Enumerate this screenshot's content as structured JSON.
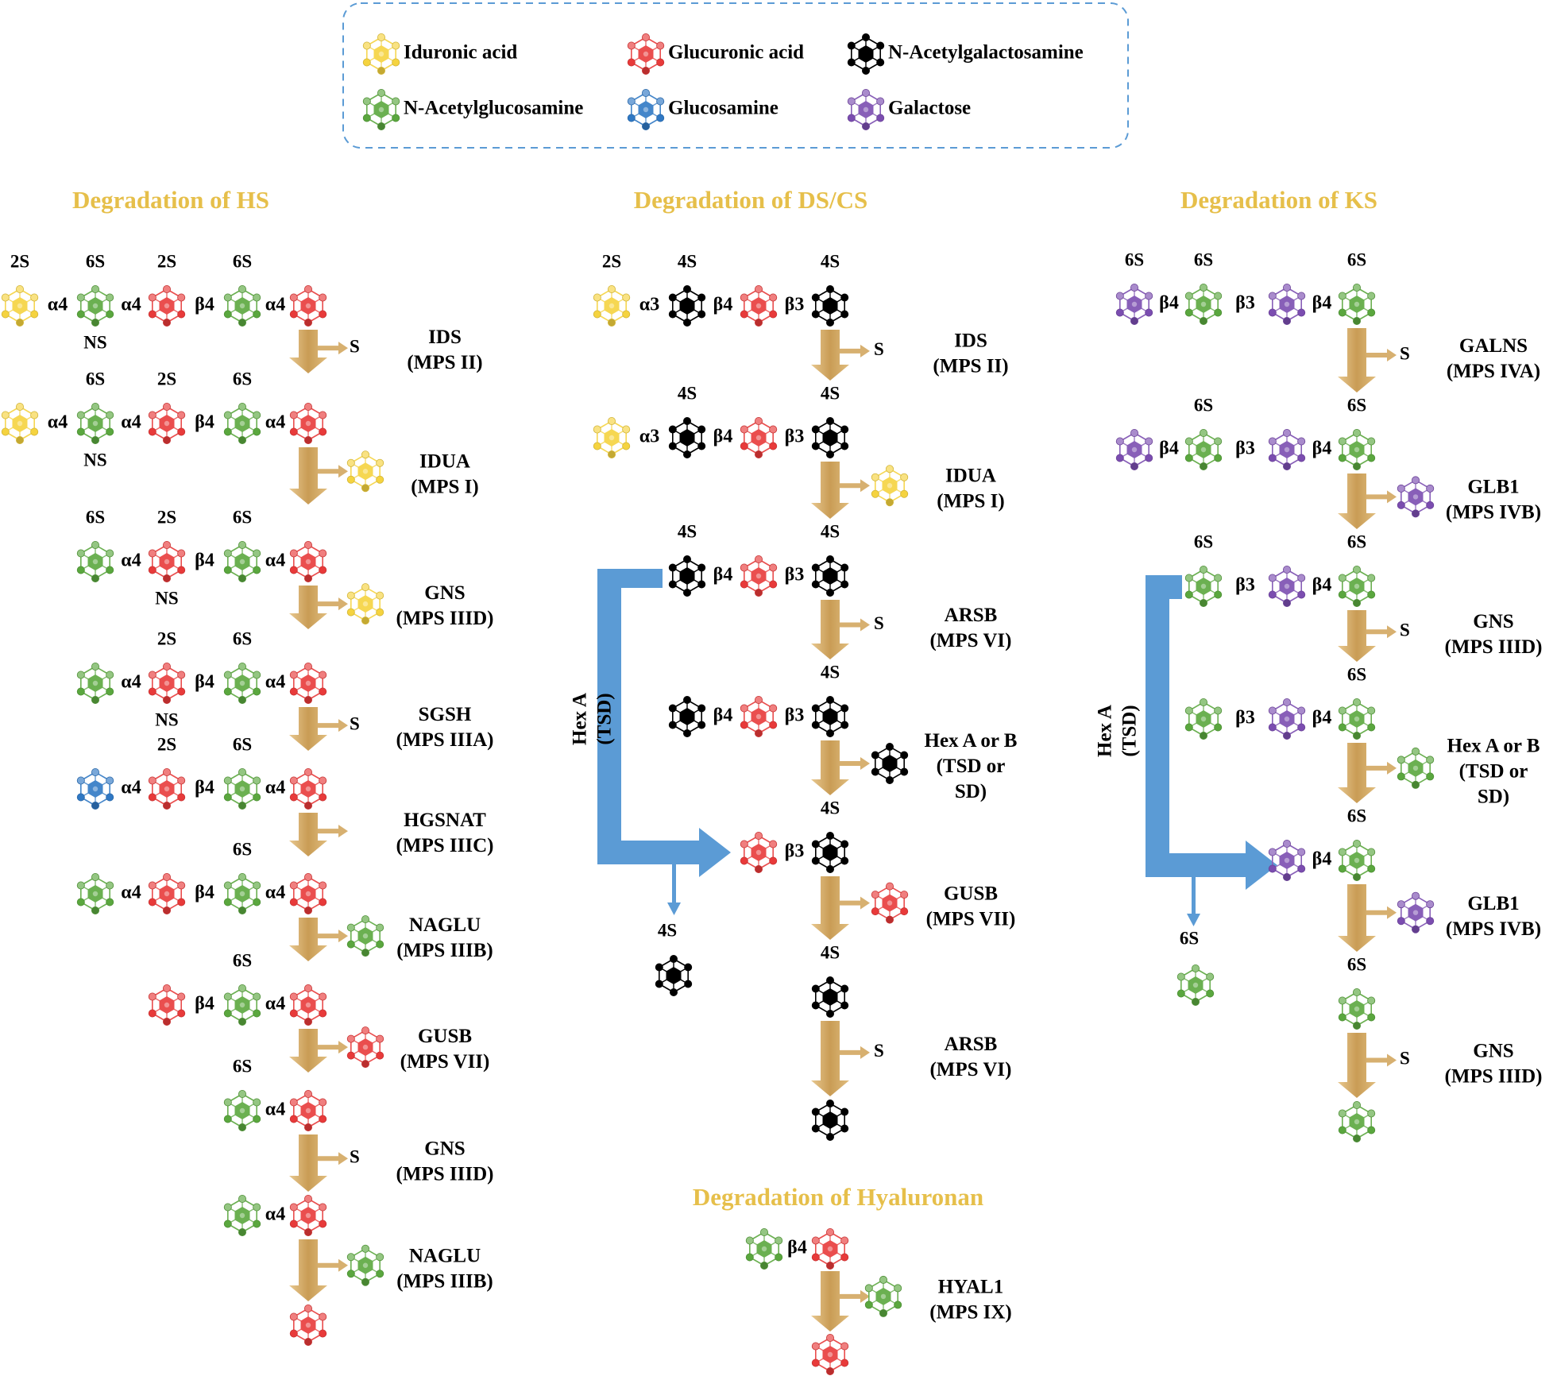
{
  "colors": {
    "iduronic": "#f5d33f",
    "glucuronic": "#e83a3a",
    "galnac": "#111111",
    "glcnac": "#5aa73e",
    "glucosamine": "#2f78c4",
    "galactose": "#7b4db0",
    "enzyme_arrow": "#d7b070",
    "hexa_arrow": "#5b9bd5",
    "title": "#e6bf4a",
    "legend_border": "#5b9bd5"
  },
  "legend": [
    {
      "sugar": "iduronic",
      "icon": "iduronic-acid-icon",
      "label": "Iduronic acid"
    },
    {
      "sugar": "glucuronic",
      "icon": "glucuronic-acid-icon",
      "label": "Glucuronic acid"
    },
    {
      "sugar": "galnac",
      "icon": "n-acetylgalactosamine-icon",
      "label": "N-Acetylgalactosamine"
    },
    {
      "sugar": "glcnac",
      "icon": "n-acetylglucosamine-icon",
      "label": "N-Acetylglucosamine"
    },
    {
      "sugar": "glucosamine",
      "icon": "glucosamine-icon",
      "label": "Glucosamine"
    },
    {
      "sugar": "galactose",
      "icon": "galactose-icon",
      "label": "Galactose"
    }
  ],
  "sections": {
    "hs": {
      "title": "Degradation of HS",
      "rows": [
        {
          "sugars": [
            "iduronic",
            "glcnac",
            "glucuronic",
            "glcnac",
            "glucuronic"
          ],
          "bonds": [
            "α4",
            "α4",
            "β4",
            "α4"
          ],
          "mods": [
            "2S",
            "6S",
            "2S",
            "6S",
            ""
          ],
          "sub": "NS"
        },
        {
          "sugars": [
            "iduronic",
            "glcnac",
            "glucuronic",
            "glcnac",
            "glucuronic"
          ],
          "bonds": [
            "α4",
            "α4",
            "β4",
            "α4"
          ],
          "mods": [
            "",
            "6S",
            "2S",
            "6S",
            ""
          ],
          "sub": "NS"
        },
        {
          "sugars": [
            "glcnac",
            "glucuronic",
            "glcnac",
            "glucuronic"
          ],
          "bonds": [
            "α4",
            "β4",
            "α4"
          ],
          "mods": [
            "6S",
            "2S",
            "6S",
            ""
          ],
          "sub": "NS"
        },
        {
          "sugars": [
            "glcnac",
            "glucuronic",
            "glcnac",
            "glucuronic"
          ],
          "bonds": [
            "α4",
            "β4",
            "α4"
          ],
          "mods": [
            "",
            "2S",
            "6S",
            ""
          ],
          "sub": "NS"
        },
        {
          "sugars": [
            "glucosamine",
            "glucuronic",
            "glcnac",
            "glucuronic"
          ],
          "bonds": [
            "α4",
            "β4",
            "α4"
          ],
          "mods": [
            "",
            "2S",
            "6S",
            ""
          ]
        },
        {
          "sugars": [
            "glcnac",
            "glucuronic",
            "glcnac",
            "glucuronic"
          ],
          "bonds": [
            "α4",
            "β4",
            "α4"
          ],
          "mods": [
            "",
            "",
            "6S",
            ""
          ]
        },
        {
          "sugars": [
            "glucuronic",
            "glcnac",
            "glucuronic"
          ],
          "bonds": [
            "β4",
            "α4"
          ],
          "mods": [
            "",
            "6S",
            ""
          ]
        },
        {
          "sugars": [
            "glcnac",
            "glucuronic"
          ],
          "bonds": [
            "α4"
          ],
          "mods": [
            "6S",
            ""
          ]
        },
        {
          "sugars": [
            "glcnac",
            "glucuronic"
          ],
          "bonds": [
            "α4"
          ],
          "mods": [
            "",
            ""
          ]
        },
        {
          "sugars": [
            "glucuronic"
          ],
          "bonds": [],
          "mods": [
            ""
          ]
        }
      ],
      "steps": [
        {
          "product": "S",
          "enzyme": "IDS",
          "disease": "(MPS II)"
        },
        {
          "product": "iduronic",
          "enzyme": "IDUA",
          "disease": "(MPS I)"
        },
        {
          "product": "iduronic",
          "enzyme": "GNS",
          "disease": "(MPS IIID)"
        },
        {
          "product": "S",
          "enzyme": "SGSH",
          "disease": "(MPS IIIA)"
        },
        {
          "product": "",
          "enzyme": "HGSNAT",
          "disease": "(MPS IIIC)"
        },
        {
          "product": "glcnac",
          "enzyme": "NAGLU",
          "disease": "(MPS IIIB)"
        },
        {
          "product": "glucuronic",
          "enzyme": "GUSB",
          "disease": "(MPS VII)"
        },
        {
          "product": "S",
          "enzyme": "GNS",
          "disease": "(MPS IIID)"
        },
        {
          "product": "glcnac",
          "enzyme": "NAGLU",
          "disease": "(MPS IIIB)"
        }
      ]
    },
    "ds": {
      "title": "Degradation of DS/CS",
      "rows": [
        {
          "sugars": [
            "iduronic",
            "galnac",
            "glucuronic",
            "galnac"
          ],
          "bonds": [
            "α3",
            "β4",
            "β3"
          ],
          "mods": [
            "2S",
            "4S",
            "",
            "4S"
          ]
        },
        {
          "sugars": [
            "iduronic",
            "galnac",
            "glucuronic",
            "galnac"
          ],
          "bonds": [
            "α3",
            "β4",
            "β3"
          ],
          "mods": [
            "",
            "4S",
            "",
            "4S"
          ]
        },
        {
          "sugars": [
            "galnac",
            "glucuronic",
            "galnac"
          ],
          "bonds": [
            "β4",
            "β3"
          ],
          "mods": [
            "4S",
            "",
            "4S"
          ]
        },
        {
          "sugars": [
            "galnac",
            "glucuronic",
            "galnac"
          ],
          "bonds": [
            "β4",
            "β3"
          ],
          "mods": [
            "",
            "",
            "4S"
          ]
        },
        {
          "sugars": [
            "glucuronic",
            "galnac"
          ],
          "bonds": [
            "β3"
          ],
          "mods": [
            "",
            "4S"
          ]
        },
        {
          "sugars": [
            "galnac"
          ],
          "bonds": [],
          "mods": [
            "4S"
          ]
        },
        {
          "sugars": [
            "galnac"
          ],
          "bonds": [],
          "mods": [
            ""
          ]
        }
      ],
      "steps": [
        {
          "product": "S",
          "enzyme": "IDS",
          "disease": "(MPS II)"
        },
        {
          "product": "iduronic",
          "enzyme": "IDUA",
          "disease": "(MPS I)"
        },
        {
          "product": "S",
          "enzyme": "ARSB",
          "disease": "(MPS VI)"
        },
        {
          "product": "galnac",
          "enzyme": "Hex A or B",
          "disease": "(TSD or",
          "disease2": "SD)"
        },
        {
          "product": "glucuronic",
          "enzyme": "GUSB",
          "disease": "(MPS VII)"
        },
        {
          "product": "S",
          "enzyme": "ARSB",
          "disease": "(MPS VI)"
        }
      ],
      "bypass": {
        "label": "Hex A",
        "label2": "(TSD)",
        "product_mod": "4S",
        "product": "galnac"
      }
    },
    "ks": {
      "title": "Degradation of KS",
      "rows": [
        {
          "sugars": [
            "galactose",
            "glcnac",
            "galactose",
            "glcnac"
          ],
          "bonds": [
            "β4",
            "β3",
            "β4"
          ],
          "mods": [
            "6S",
            "6S",
            "",
            "6S"
          ]
        },
        {
          "sugars": [
            "galactose",
            "glcnac",
            "galactose",
            "glcnac"
          ],
          "bonds": [
            "β4",
            "β3",
            "β4"
          ],
          "mods": [
            "",
            "6S",
            "",
            "6S"
          ]
        },
        {
          "sugars": [
            "glcnac",
            "galactose",
            "glcnac"
          ],
          "bonds": [
            "β3",
            "β4"
          ],
          "mods": [
            "6S",
            "",
            "6S"
          ]
        },
        {
          "sugars": [
            "glcnac",
            "galactose",
            "glcnac"
          ],
          "bonds": [
            "β3",
            "β4"
          ],
          "mods": [
            "",
            "",
            "6S"
          ]
        },
        {
          "sugars": [
            "galactose",
            "glcnac"
          ],
          "bonds": [
            "β4"
          ],
          "mods": [
            "",
            "6S"
          ]
        },
        {
          "sugars": [
            "glcnac"
          ],
          "bonds": [],
          "mods": [
            "6S"
          ]
        },
        {
          "sugars": [
            "glcnac"
          ],
          "bonds": [],
          "mods": [
            ""
          ]
        }
      ],
      "steps": [
        {
          "product": "S",
          "enzyme": "GALNS",
          "disease": "(MPS IVA)"
        },
        {
          "product": "galactose",
          "enzyme": "GLB1",
          "disease": "(MPS IVB)"
        },
        {
          "product": "S",
          "enzyme": "GNS",
          "disease": "(MPS IIID)"
        },
        {
          "product": "glcnac",
          "enzyme": "Hex A or B",
          "disease": "(TSD or",
          "disease2": "SD)"
        },
        {
          "product": "galactose",
          "enzyme": "GLB1",
          "disease": "(MPS IVB)"
        },
        {
          "product": "S",
          "enzyme": "GNS",
          "disease": "(MPS IIID)"
        }
      ],
      "bypass": {
        "label": "Hex A",
        "label2": "(TSD)",
        "product_mod": "6S",
        "product": "glcnac"
      }
    },
    "ha": {
      "title": "Degradation of Hyaluronan",
      "rows": [
        {
          "sugars": [
            "glcnac",
            "glucuronic"
          ],
          "bonds": [
            "β4"
          ],
          "mods": [
            "",
            ""
          ]
        },
        {
          "sugars": [
            "glucuronic"
          ],
          "bonds": [],
          "mods": [
            ""
          ]
        }
      ],
      "steps": [
        {
          "product": "glcnac",
          "enzyme": "HYAL1",
          "disease": "(MPS IX)"
        }
      ]
    }
  }
}
